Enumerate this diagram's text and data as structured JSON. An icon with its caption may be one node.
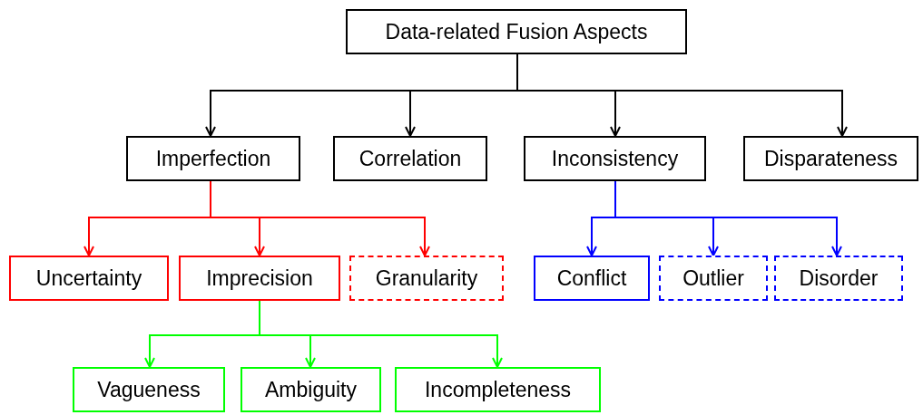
{
  "diagram": {
    "nodes": [
      {
        "text": [
          "Data-related Fusion Aspects"
        ]
      },
      {
        "text": [
          "Imperfection"
        ]
      },
      {
        "text": [
          "Correlation"
        ]
      },
      {
        "text": [
          "Inconsistency"
        ]
      },
      {
        "text": [
          "Disparateness"
        ]
      },
      {
        "text": [
          "Uncertainty"
        ]
      },
      {
        "text": [
          "Imprecision"
        ]
      },
      {
        "text": [
          "Granularity"
        ]
      },
      {
        "text": [
          "Conflict"
        ]
      },
      {
        "text": [
          "Outlier"
        ]
      },
      {
        "text": [
          "Disorder"
        ]
      },
      {
        "text": [
          "Vagueness"
        ]
      },
      {
        "text": [
          "Ambiguity"
        ]
      },
      {
        "text": [
          "Incompleteness"
        ]
      }
    ],
    "edges": [
      {
        "from": 0,
        "to": 1,
        "arrow": "to"
      },
      {
        "from": 0,
        "to": 2,
        "arrow": "to"
      },
      {
        "from": 0,
        "to": 3,
        "arrow": "to"
      },
      {
        "from": 0,
        "to": 4,
        "arrow": "to"
      },
      {
        "from": 1,
        "to": 5,
        "arrow": "to",
        "color": "#ff0000"
      },
      {
        "from": 1,
        "to": 6,
        "arrow": "to",
        "color": "#ff0000"
      },
      {
        "from": 1,
        "to": 7,
        "arrow": "to",
        "color": "#ff0000"
      },
      {
        "from": 3,
        "to": 8,
        "arrow": "to",
        "color": "#0000ff"
      },
      {
        "from": 3,
        "to": 9,
        "arrow": "to",
        "color": "#0000ff"
      },
      {
        "from": 3,
        "to": 10,
        "arrow": "to",
        "color": "#0000ff"
      },
      {
        "from": 6,
        "to": 11,
        "arrow": "to",
        "color": "#00ff00"
      },
      {
        "from": 6,
        "to": 12,
        "arrow": "to",
        "color": "#00ff00"
      },
      {
        "from": 6,
        "to": 13,
        "arrow": "to",
        "color": "#00ff00"
      }
    ]
  }
}
